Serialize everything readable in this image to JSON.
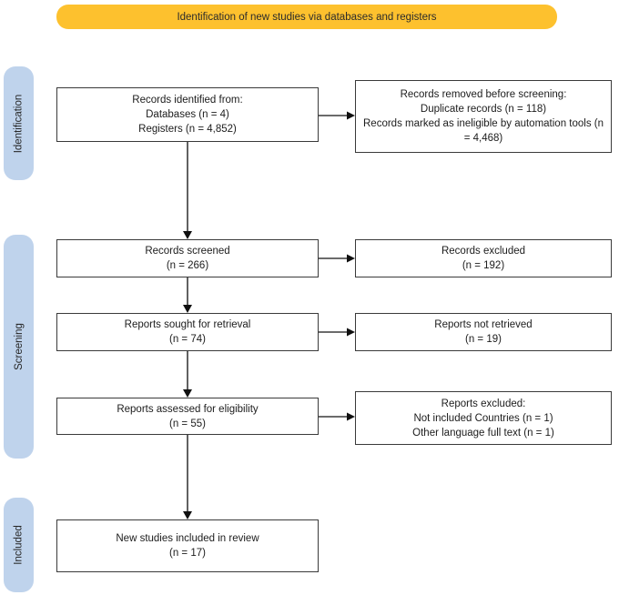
{
  "banner": {
    "label": "Identification of new studies via databases and registers"
  },
  "stages": {
    "identification": "Identification",
    "screening": "Screening",
    "included": "Included"
  },
  "colors": {
    "banner_bg": "#FDC12E",
    "stage_bg": "#BFD3EC",
    "box_border": "#3a3a3a",
    "arrow_color": "#3a3a3a",
    "text_color": "#1c1c1c"
  },
  "boxes": {
    "records_identified": {
      "lines": [
        "Records identified from:",
        "Databases (n = 4)",
        "Registers (n = 4,852)"
      ]
    },
    "records_removed": {
      "lines": [
        "Records removed before screening:",
        "Duplicate records (n = 118)",
        "Records marked as ineligible by automation tools (n = 4,468)"
      ]
    },
    "records_screened": {
      "lines": [
        "Records screened",
        "(n = 266)"
      ]
    },
    "records_excluded": {
      "lines": [
        "Records excluded",
        "(n = 192)"
      ]
    },
    "reports_sought": {
      "lines": [
        "Reports sought for retrieval",
        "(n = 74)"
      ]
    },
    "reports_not_retrieved": {
      "lines": [
        "Reports not retrieved",
        "(n = 19)"
      ]
    },
    "reports_assessed": {
      "lines": [
        "Reports assessed for eligibility",
        "(n = 55)"
      ]
    },
    "reports_excluded": {
      "lines": [
        "Reports excluded:",
        "Not included Countries (n = 1)",
        "Other language full text (n = 1)"
      ]
    },
    "new_studies_included": {
      "lines": [
        "New studies included in review",
        "(n = 17)"
      ]
    }
  }
}
